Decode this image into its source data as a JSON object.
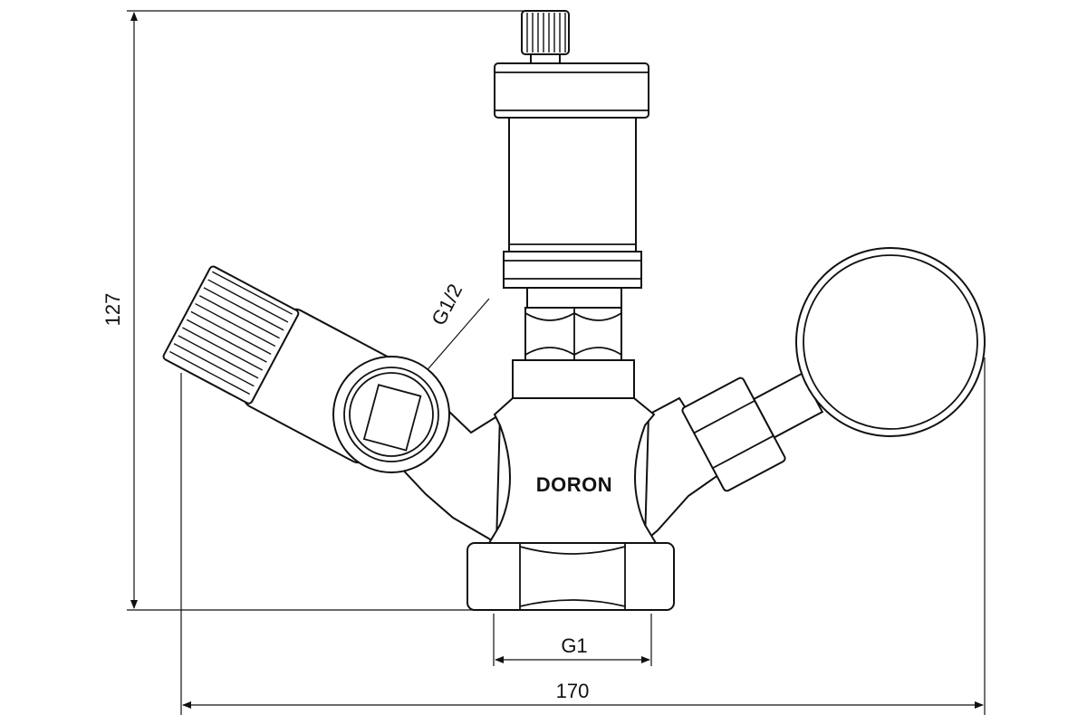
{
  "dimensions": {
    "height": "127",
    "width": "170",
    "connection_bottom": "G1",
    "connection_side": "G1/2"
  },
  "brand": "DORON"
}
